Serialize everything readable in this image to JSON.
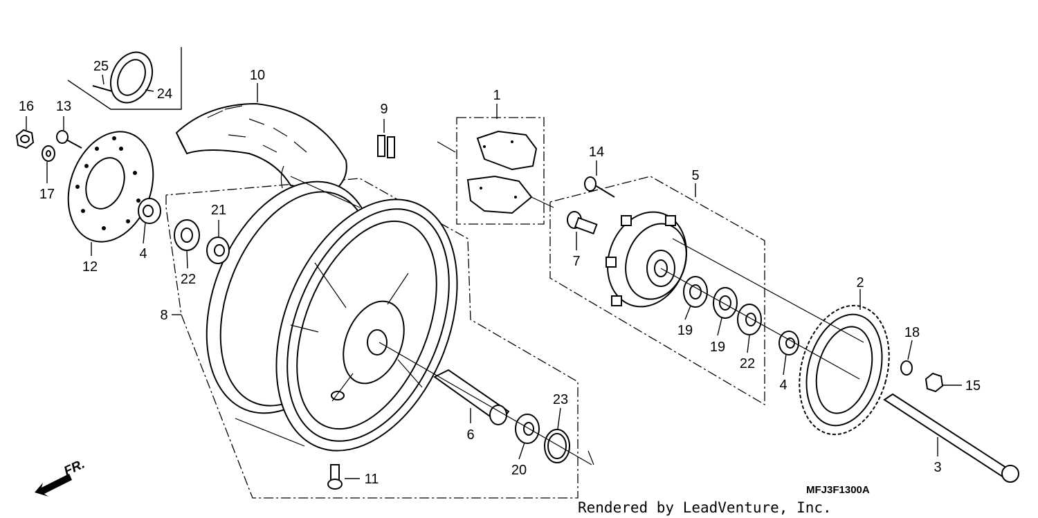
{
  "diagram": {
    "callouts": [
      "1",
      "2",
      "3",
      "4",
      "4",
      "5",
      "6",
      "7",
      "8",
      "9",
      "10",
      "11",
      "12",
      "13",
      "14",
      "15",
      "16",
      "17",
      "18",
      "19",
      "19",
      "20",
      "21",
      "22",
      "22",
      "22",
      "23",
      "24",
      "25"
    ],
    "drawing_code": "MFJ3F1300A",
    "credit": "Rendered by LeadVenture, Inc.",
    "direction_label": "FR."
  }
}
